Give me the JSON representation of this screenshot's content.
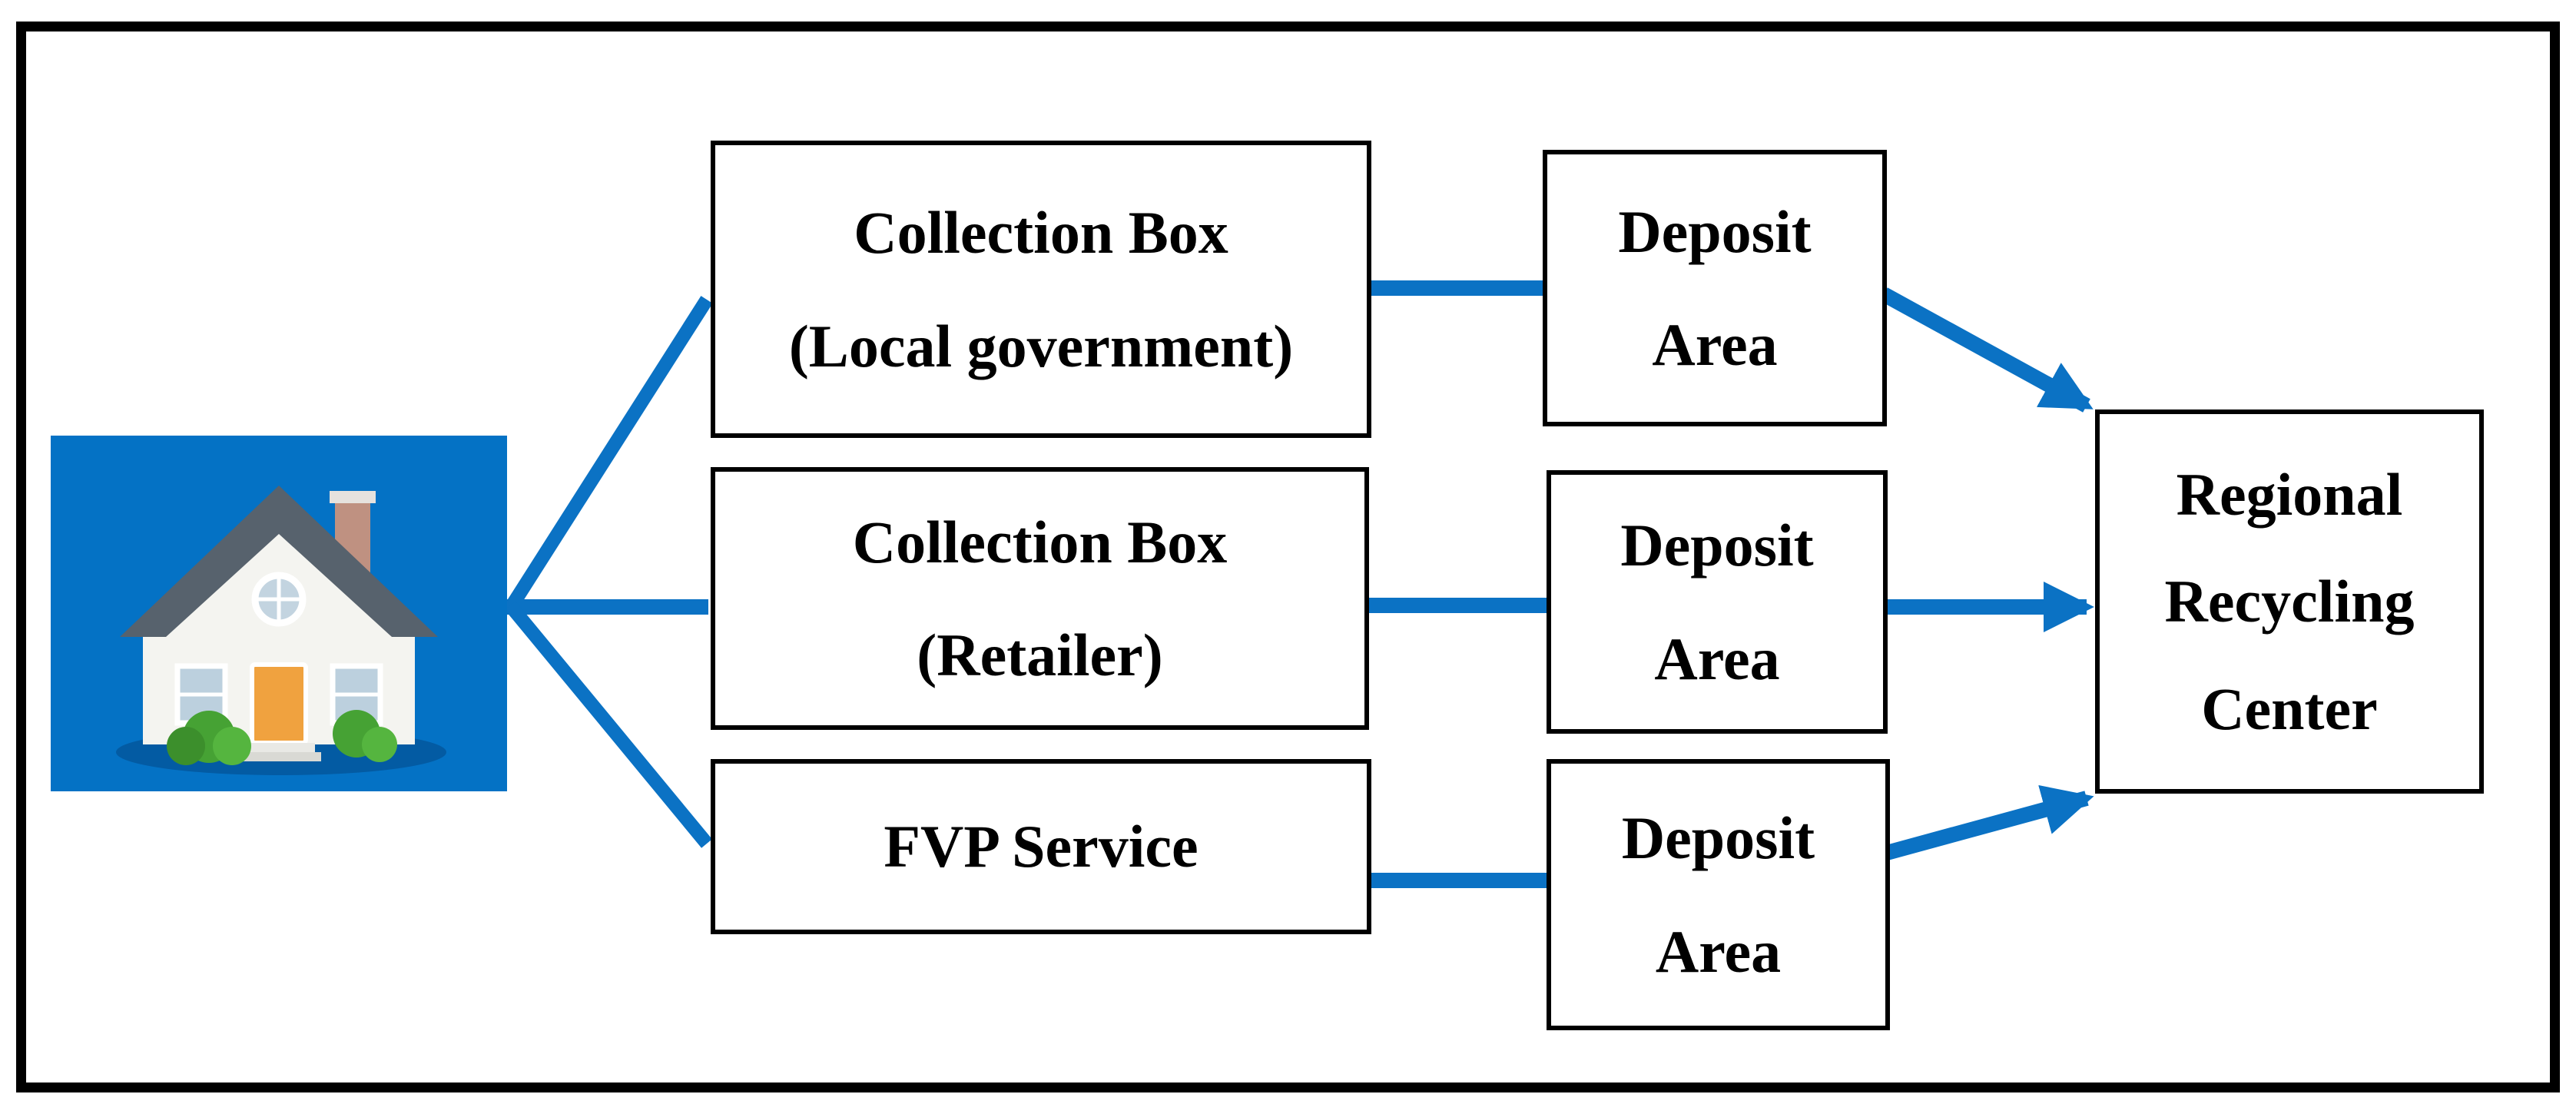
{
  "figure": {
    "type": "flow-diagram",
    "description": "Household e-waste collection flow to regional recycling center"
  },
  "colors": {
    "arrow": "#0B72C4",
    "house_background": "#0472C5",
    "box_border": "#000000",
    "box_background": "#FFFFFF",
    "frame_border": "#000000",
    "text": "#000000"
  },
  "nodes": {
    "house": {
      "icon": "house-icon"
    },
    "collection_box_gov": {
      "line1": "Collection Box",
      "line2": "(Local government)"
    },
    "collection_box_retailer": {
      "line1": "Collection Box",
      "line2": "(Retailer)"
    },
    "fvp_service": {
      "line1": "FVP Service"
    },
    "deposit_area_top": {
      "line1": "Deposit",
      "line2": "Area"
    },
    "deposit_area_middle": {
      "line1": "Deposit",
      "line2": "Area"
    },
    "deposit_area_bottom": {
      "line1": "Deposit",
      "line2": "Area"
    },
    "regional_recycling_center": {
      "line1": "Regional",
      "line2": "Recycling",
      "line3": "Center"
    }
  },
  "edges": [
    {
      "from": "house",
      "to": "collection_box_gov",
      "arrowhead": false
    },
    {
      "from": "house",
      "to": "collection_box_retailer",
      "arrowhead": false
    },
    {
      "from": "house",
      "to": "fvp_service",
      "arrowhead": false
    },
    {
      "from": "collection_box_gov",
      "to": "deposit_area_top",
      "arrowhead": false
    },
    {
      "from": "collection_box_retailer",
      "to": "deposit_area_middle",
      "arrowhead": false
    },
    {
      "from": "fvp_service",
      "to": "deposit_area_bottom",
      "arrowhead": false
    },
    {
      "from": "deposit_area_top",
      "to": "regional_recycling_center",
      "arrowhead": true
    },
    {
      "from": "deposit_area_middle",
      "to": "regional_recycling_center",
      "arrowhead": true
    },
    {
      "from": "deposit_area_bottom",
      "to": "regional_recycling_center",
      "arrowhead": true
    }
  ]
}
